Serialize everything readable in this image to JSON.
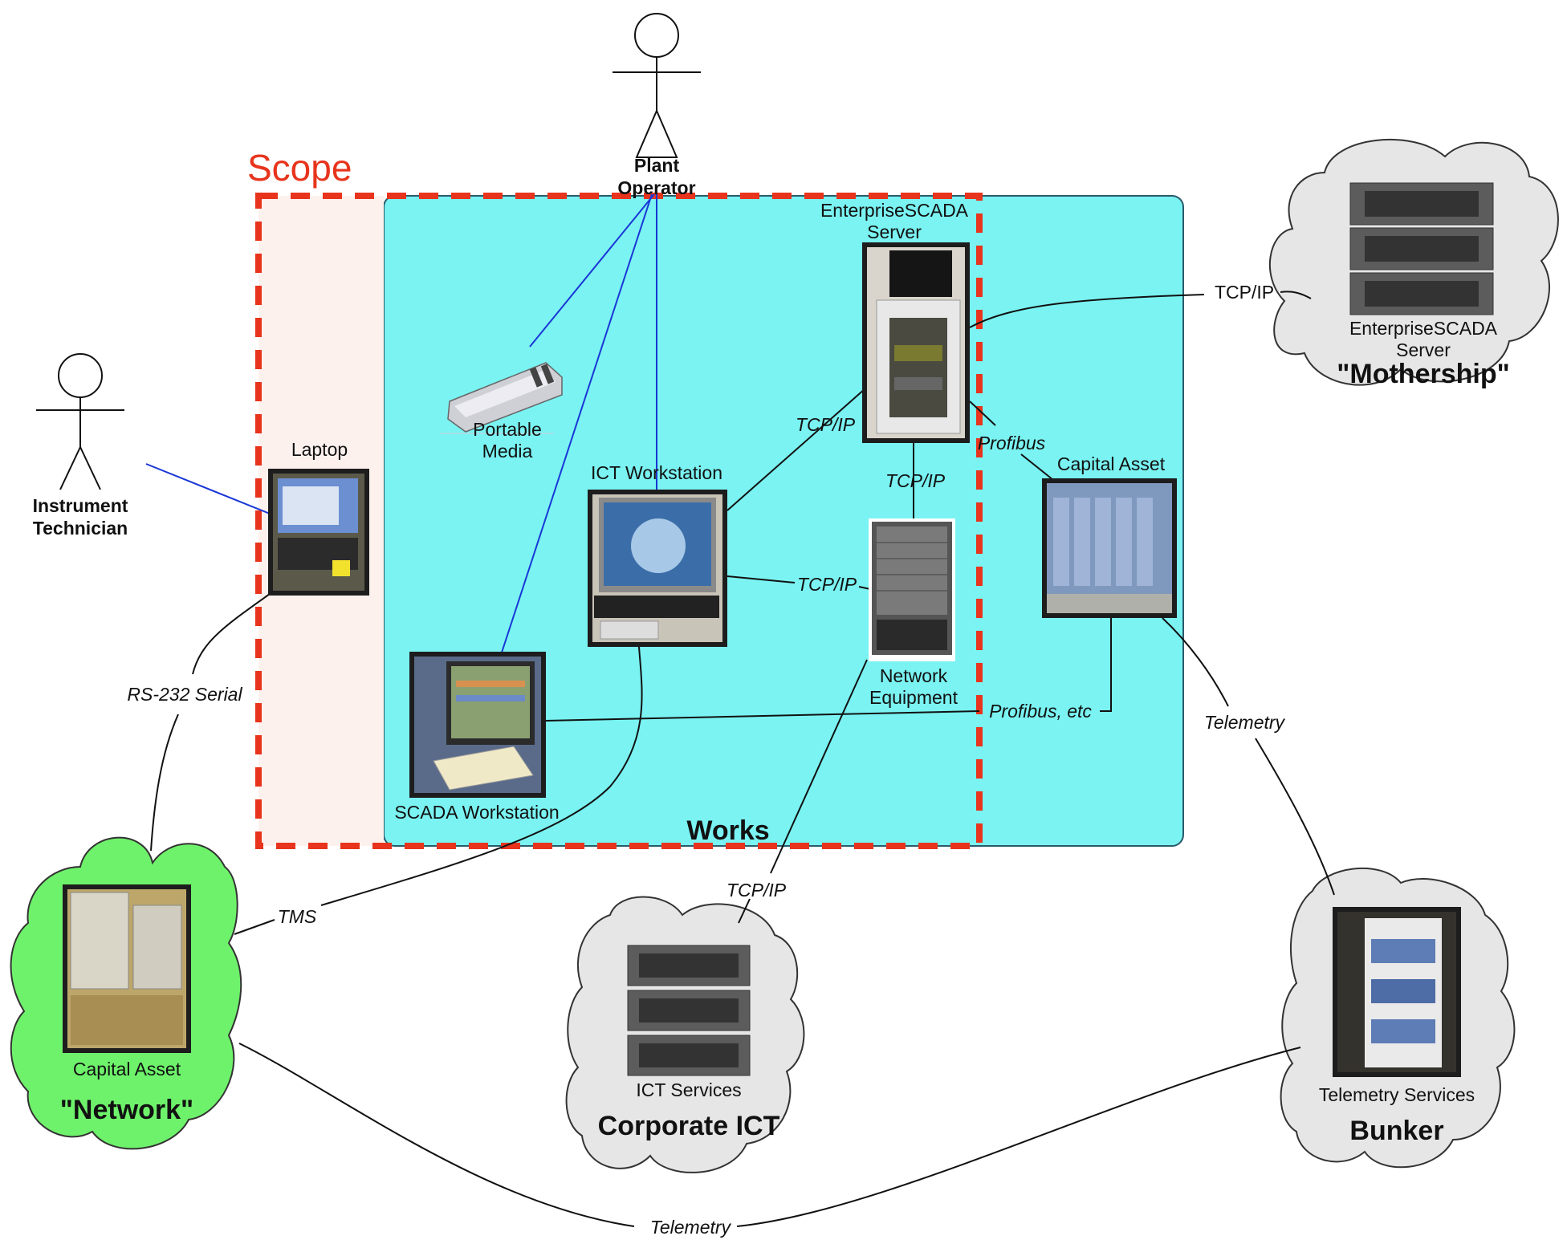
{
  "scope": {
    "title": "Scope"
  },
  "works": {
    "title": "Works"
  },
  "actors": {
    "plant_operator": [
      "Plant",
      "Operator"
    ],
    "instrument_technician": [
      "Instrument",
      "Technician"
    ]
  },
  "devices": {
    "enterprise_server": [
      "EnterpriseSCADA",
      "Server"
    ],
    "laptop": "Laptop",
    "portable_media": [
      "Portable",
      "Media"
    ],
    "ict_workstation": "ICT Workstation",
    "scada_workstation": "SCADA Workstation",
    "network_equipment": [
      "Network",
      "Equipment"
    ],
    "capital_asset_works": "Capital Asset"
  },
  "clouds": {
    "mothership": {
      "caption": [
        "EnterpriseSCADA",
        "Server"
      ],
      "title": "\"Mothership\""
    },
    "network": {
      "caption": "Capital Asset",
      "title": "\"Network\""
    },
    "corporate_ict": {
      "caption": "ICT Services",
      "title": "Corporate ICT"
    },
    "bunker": {
      "caption": "Telemetry Services",
      "title": "Bunker"
    }
  },
  "links": {
    "server_mothership": "TCP/IP",
    "ict_server": "TCP/IP",
    "server_network": "TCP/IP",
    "ict_network": "TCP/IP",
    "server_capital": "Profibus",
    "scada_capital": "Profibus, etc",
    "laptop_network": "RS-232 Serial",
    "ict_tms": "TMS",
    "network_corporate": "TCP/IP",
    "capital_bunker": "Telemetry",
    "network_bunker": "Telemetry"
  },
  "colors": {
    "works_fill": "#7af3f2",
    "scope_border": "#e8341c",
    "scope_fill": "#fdf1ee",
    "cloud_grey": "#e6e6e6",
    "cloud_green": "#6ef26b",
    "actor_link": "#1a37d6"
  }
}
